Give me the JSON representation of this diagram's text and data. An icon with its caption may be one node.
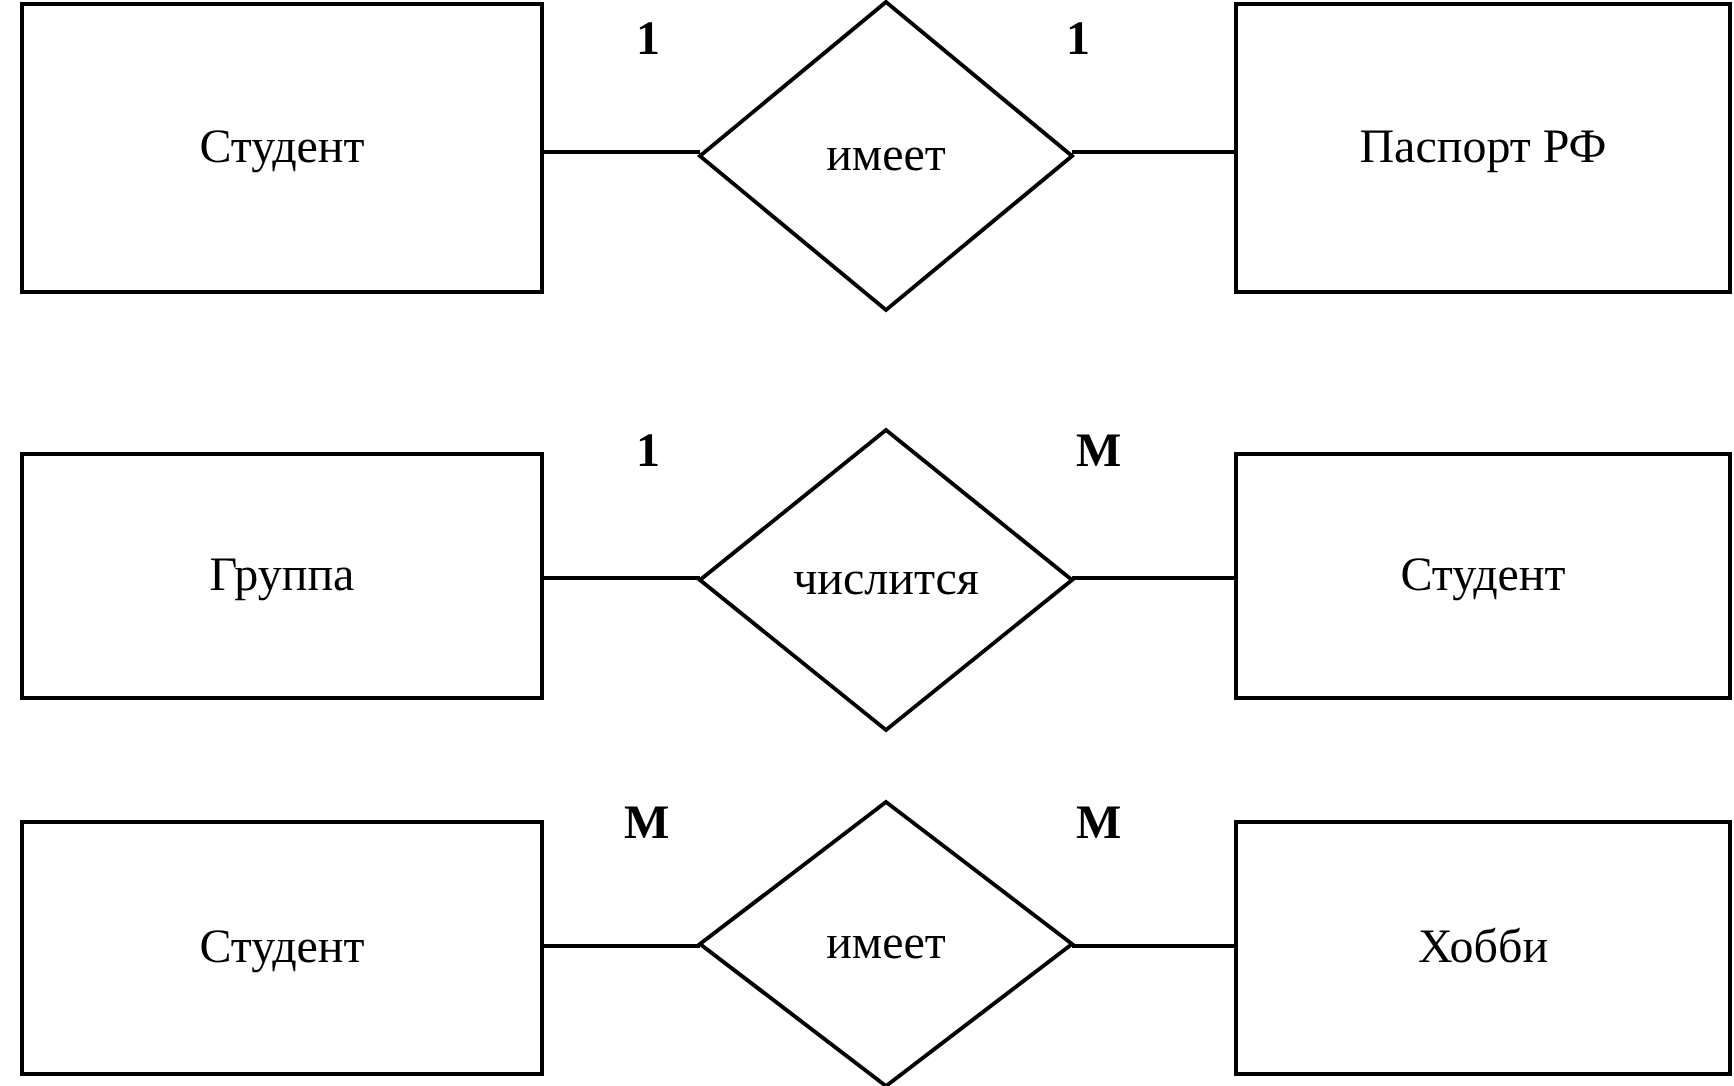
{
  "diagram": {
    "nodes": [
      {
        "text": [
          "Студент"
        ]
      },
      {
        "text": [
          "имеет"
        ]
      },
      {
        "text": [
          "Паспорт РФ"
        ]
      },
      {
        "text": [
          "Группа"
        ]
      },
      {
        "text": [
          "числится"
        ]
      },
      {
        "text": [
          "Студент"
        ]
      },
      {
        "text": [
          "Студент"
        ]
      },
      {
        "text": [
          "имеет"
        ]
      },
      {
        "text": [
          "Хобби"
        ]
      }
    ],
    "edges": [
      {
        "from": 0,
        "to": 1,
        "arrow": "none"
      },
      {
        "from": 1,
        "to": 2,
        "arrow": "none"
      },
      {
        "from": 3,
        "to": 4,
        "arrow": "none"
      },
      {
        "from": 4,
        "to": 5,
        "arrow": "none"
      },
      {
        "from": 6,
        "to": 7,
        "arrow": "none"
      },
      {
        "from": 7,
        "to": 8,
        "arrow": "none"
      }
    ],
    "labels": [
      "1",
      "1",
      "1",
      "M",
      "M",
      "M"
    ]
  }
}
